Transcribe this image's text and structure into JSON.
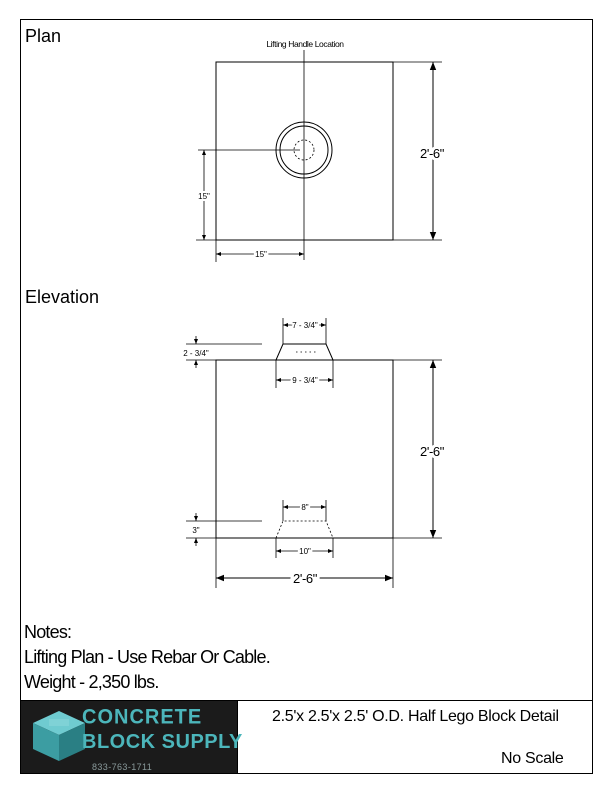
{
  "sections": {
    "plan_title": "Plan",
    "elevation_title": "Elevation"
  },
  "plan": {
    "callout": "Lifting Handle Location",
    "height_dim": "2'-6\"",
    "center_y_dim": "15\"",
    "center_x_dim": "15\""
  },
  "elevation": {
    "top_width_dim": "7 - 3/4\"",
    "knob_height_dim": "2 - 3/4\"",
    "base_width_dim": "9 - 3/4\"",
    "height_dim": "2'-6\"",
    "socket_top_dim": "8\"",
    "socket_depth_dim": "3\"",
    "socket_bottom_dim": "10\"",
    "width_dim": "2'-6\""
  },
  "notes": {
    "heading": "Notes:",
    "line1": "Lifting Plan - Use Rebar Or Cable.",
    "line2": "Weight - 2,350 lbs."
  },
  "title_block": {
    "title": "2.5'x 2.5'x 2.5' O.D. Half Lego Block Detail",
    "scale": "No Scale"
  },
  "logo": {
    "word1": "CONCRETE",
    "word2": "BLOCK SUPPLY",
    "phone": "833-763-1711",
    "colors": {
      "teal": "#4cb6bb",
      "background": "#1b1b1b"
    }
  }
}
